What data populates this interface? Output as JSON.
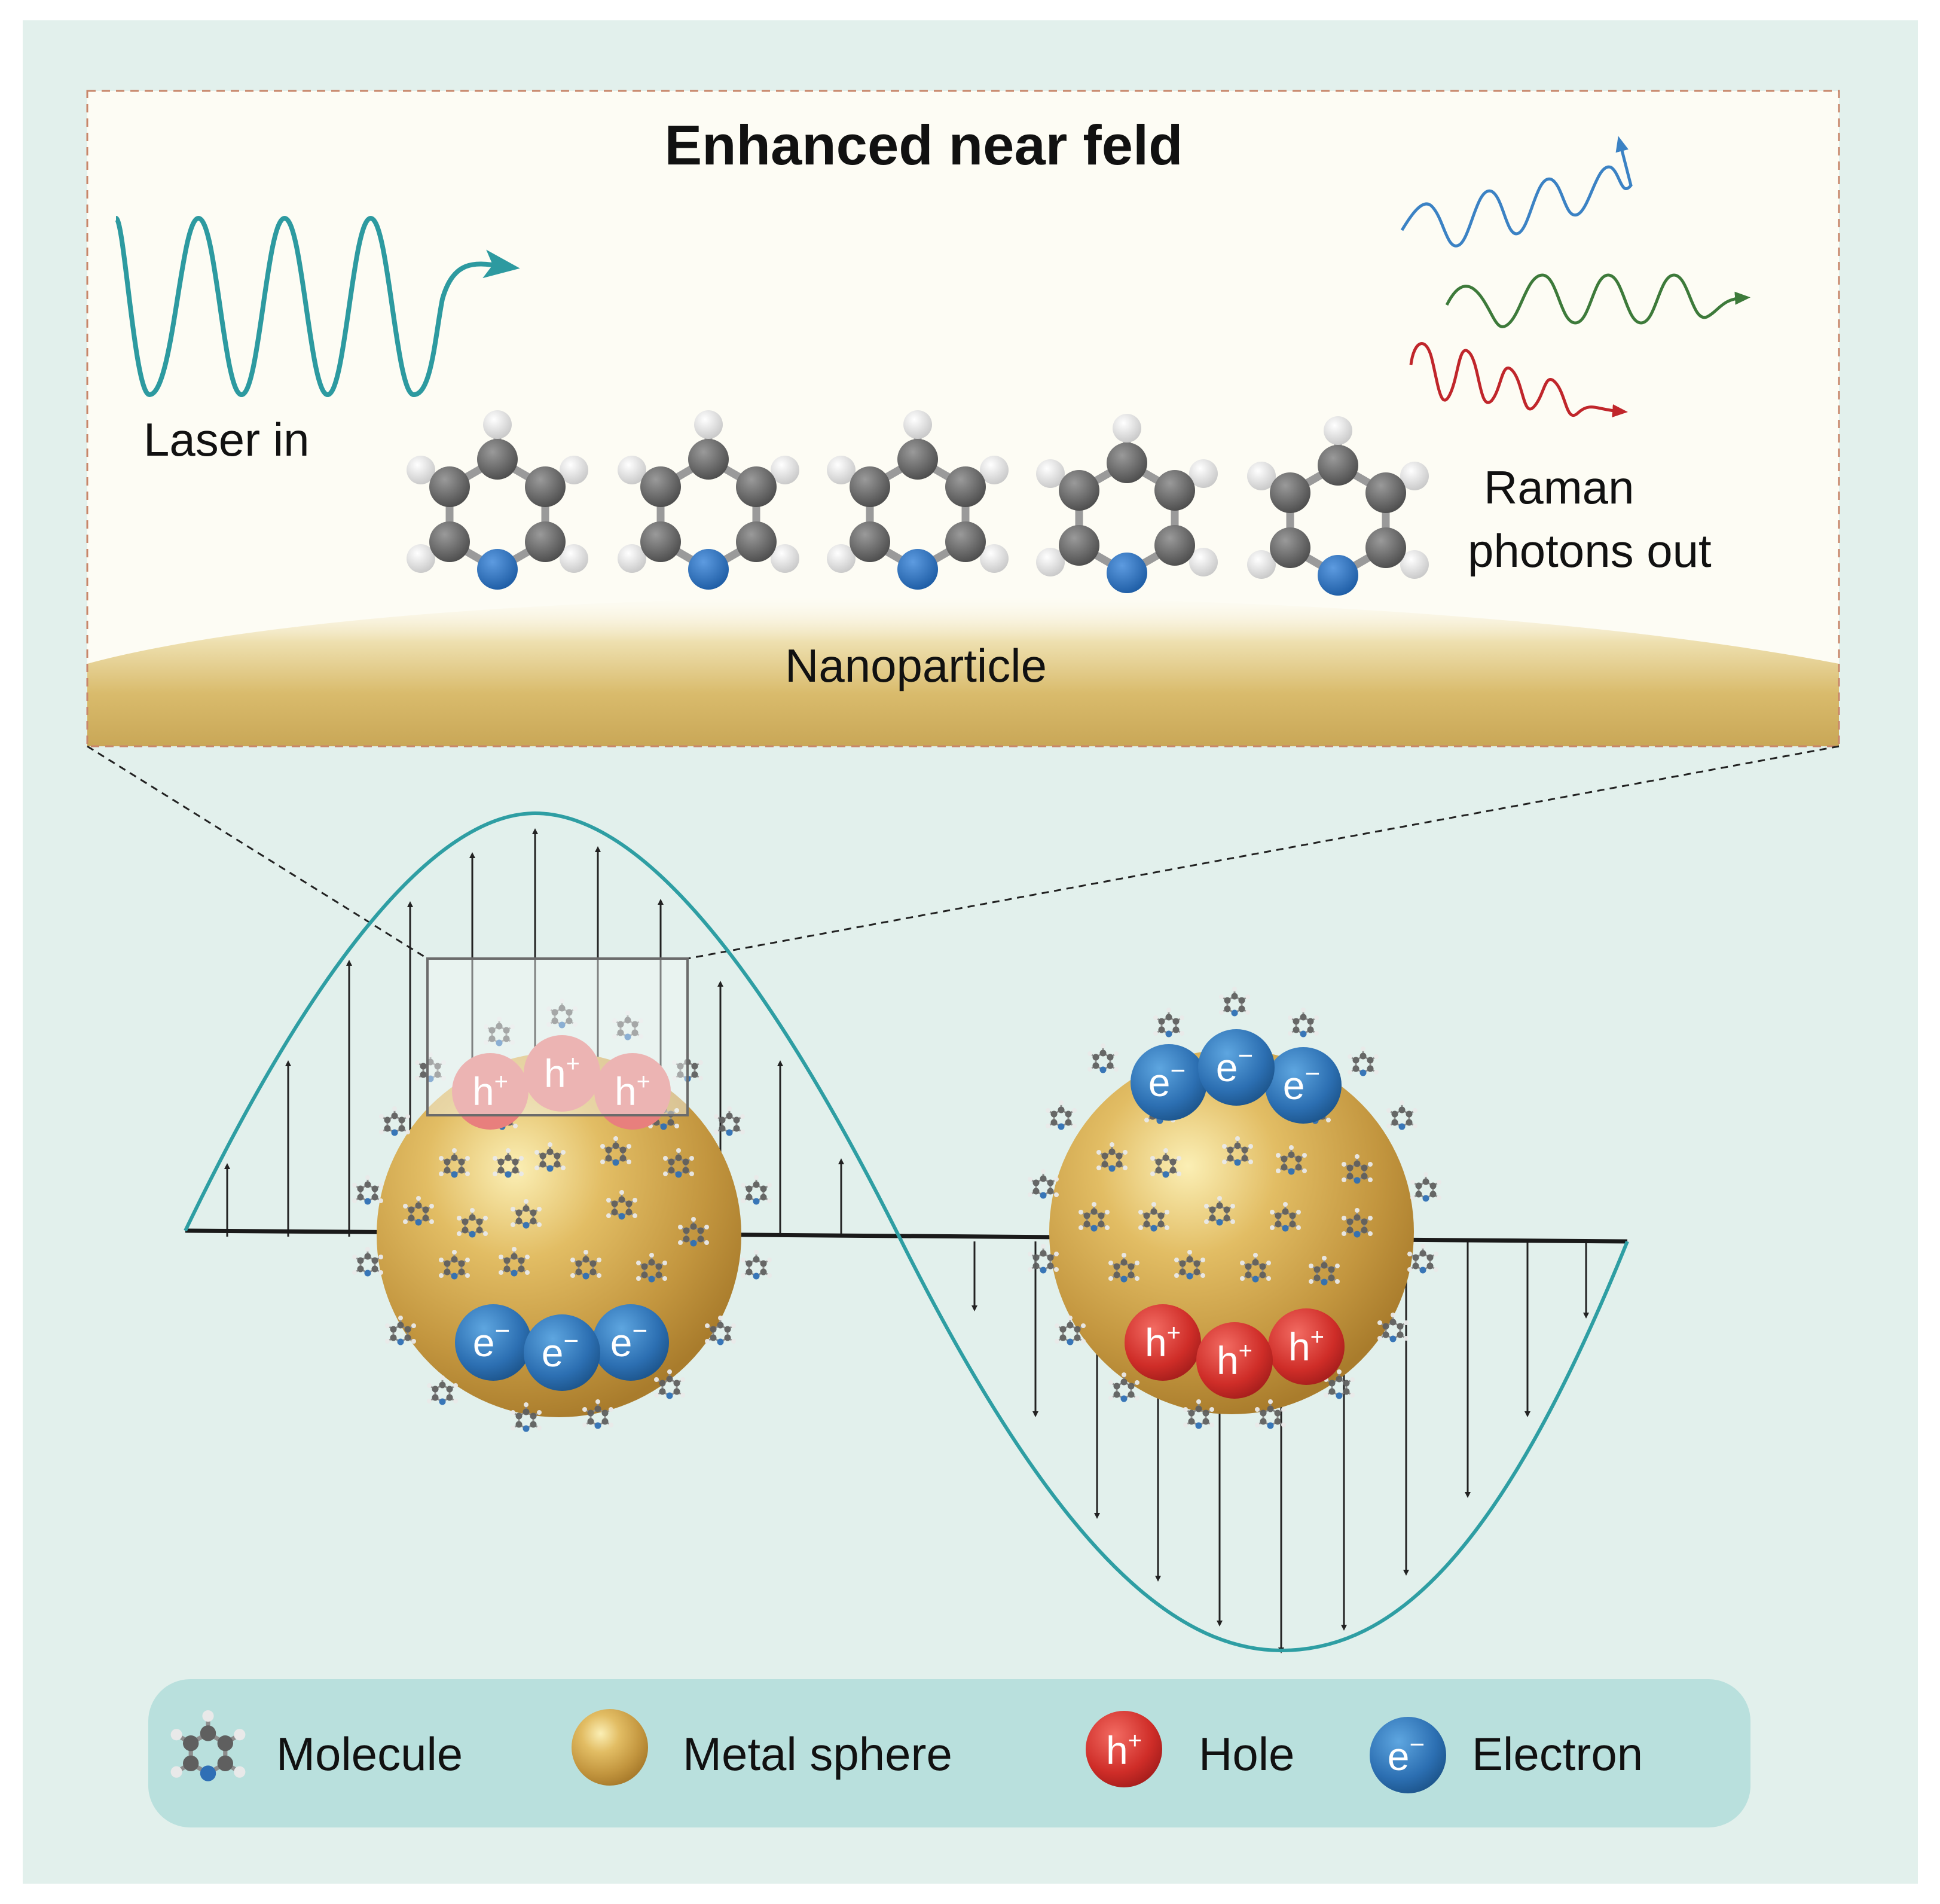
{
  "inset": {
    "title": "Enhanced near feld",
    "laser_label": "Laser in",
    "raman_label_line1": "Raman",
    "raman_label_line2": "photons out",
    "surface_label": "Nanoparticle"
  },
  "charges": {
    "hole_symbol": "h",
    "hole_sup": "+",
    "electron_symbol": "e",
    "electron_sup": "−"
  },
  "legend": {
    "molecule": "Molecule",
    "metal_sphere": "Metal sphere",
    "hole": "Hole",
    "electron": "Electron"
  },
  "colors": {
    "background": "#e2f0ec",
    "inset_fill": "#fdfcf4",
    "laser_wave": "#2d9aa0",
    "field_wave": "#2e9ea3",
    "raman_blue": "#3b82c4",
    "raman_green": "#3d7a3a",
    "raman_red": "#c0262b",
    "gold": "#c9a24a",
    "hole_red": "#d33b36",
    "hole_pink": "#e87f7d",
    "electron_blue": "#2d74b9",
    "carbon": "#616161",
    "nitrogen": "#2f6fb5",
    "hydrogen": "#e6e6e6"
  }
}
